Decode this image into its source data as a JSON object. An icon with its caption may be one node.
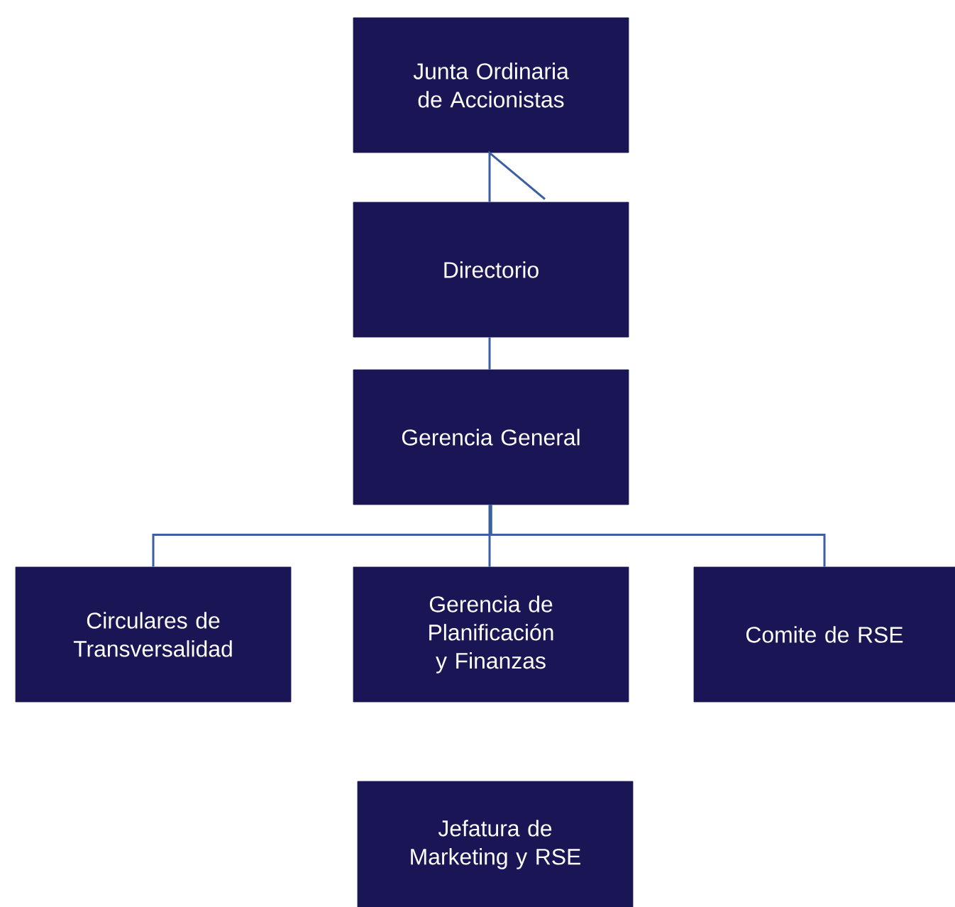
{
  "diagram": {
    "nodes": [
      {
        "text": [
          "Junta Ordinaria de Accionistas"
        ]
      },
      {
        "text": [
          "Directorio"
        ]
      },
      {
        "text": [
          "Gerencia General"
        ]
      },
      {
        "text": [
          "Circulares de Transversalidad"
        ]
      },
      {
        "text": [
          "Gerencia de Planificación y Finanzas"
        ]
      },
      {
        "text": [
          "Comite de RSE"
        ]
      },
      {
        "text": [
          "Jefatura de Marketing y RSE"
        ]
      }
    ],
    "edges": [
      {
        "from": 0,
        "to": 1,
        "arrow": "none"
      },
      {
        "from": 1,
        "to": 2,
        "arrow": "none"
      },
      {
        "from": 2,
        "to": 3,
        "arrow": "none"
      },
      {
        "from": 2,
        "to": 4,
        "arrow": "none"
      },
      {
        "from": 2,
        "to": 5,
        "arrow": "none"
      }
    ]
  }
}
